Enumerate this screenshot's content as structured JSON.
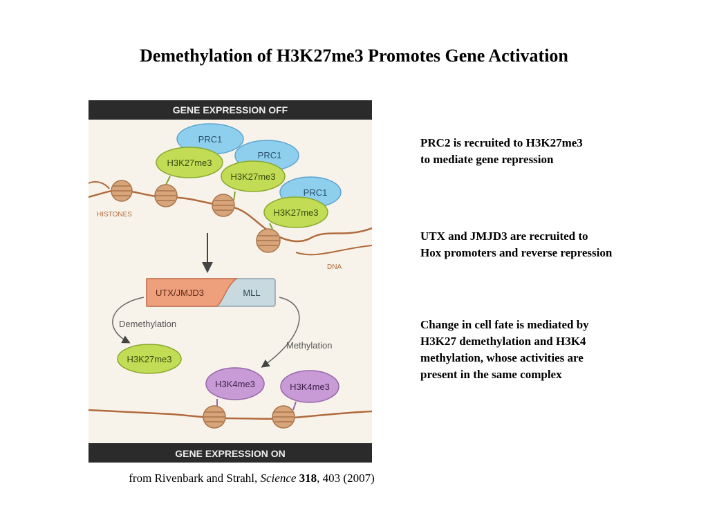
{
  "title": "Demethylation of H3K27me3 Promotes Gene Activation",
  "figure": {
    "header_off": "GENE EXPRESSION OFF",
    "footer_on": "GENE EXPRESSION ON",
    "prc1_label": "PRC1",
    "h3k27me3_label": "H3K27me3",
    "h3k4me3_label": "H3K4me3",
    "histones_label": "HISTONES",
    "dna_label": "DNA",
    "utx_label": "UTX/JMJD3",
    "mll_label": "MLL",
    "demethylation_label": "Demethylation",
    "methylation_label": "Methylation",
    "colors": {
      "bar": "#2b2b2b",
      "panel_bg": "#f8f3ea",
      "prc1": "#8fcfee",
      "h3k27me3": "#c2dc55",
      "h3k4me3": "#c89ad6",
      "histone": "#d7a579",
      "dna": "#b06a3c",
      "utx": "#ee9f7c",
      "mll": "#c9d9e0"
    }
  },
  "captions": [
    {
      "lines": [
        "PRC2 is recruited to H3K27me3",
        "to mediate gene repression"
      ]
    },
    {
      "lines": [
        "UTX and JMJD3 are recruited to",
        "Hox promoters and reverse repression"
      ]
    },
    {
      "lines": [
        "Change in cell fate is mediated by",
        "H3K27 demethylation and H3K4",
        "methylation, whose activities are",
        "present in the same complex"
      ]
    }
  ],
  "citation": {
    "prefix": "from Rivenbark and Strahl, ",
    "journal": "Science",
    "volume": "318",
    "suffix": ", 403 (2007)"
  }
}
